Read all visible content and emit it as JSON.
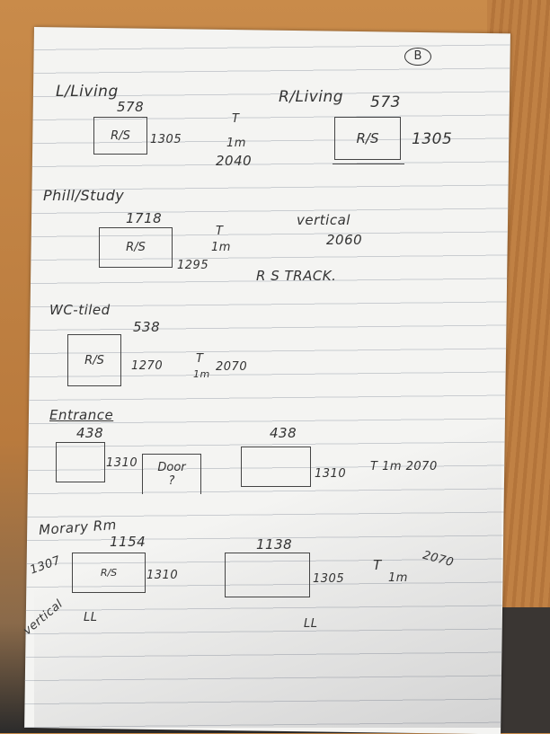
{
  "page_number": "B",
  "sections": {
    "l_living": {
      "title": "L/Living",
      "width": "578",
      "box": "R/S",
      "height": "1305",
      "t": "T",
      "m": "1m",
      "drop": "2040"
    },
    "r_living": {
      "title": "R/Living",
      "width": "573",
      "box": "R/S",
      "height": "1305"
    },
    "study": {
      "title": "Phill/Study",
      "width": "1718",
      "box": "R/S",
      "height": "1295",
      "t": "T",
      "m": "1m",
      "note": "vertical",
      "drop": "2060",
      "track": "R S TRACK."
    },
    "wc": {
      "title": "WC-tiled",
      "width": "538",
      "box": "R/S",
      "height": "1270",
      "t": "T",
      "m": "1m",
      "drop": "2070"
    },
    "entrance": {
      "title": "Entrance",
      "width1": "438",
      "height1": "1310",
      "door": "Door",
      "door_q": "?",
      "width2": "438",
      "height2": "1310",
      "note": "T 1m 2070"
    },
    "morary": {
      "title": "Morary Rm",
      "width1": "1154",
      "left": "1307",
      "box": "R/S",
      "height1": "1310",
      "width2": "1138",
      "height2": "1305",
      "t": "T",
      "m": "1m",
      "drop": "2070",
      "vertical": "vertical",
      "ll1": "LL",
      "ll2": "LL"
    }
  }
}
